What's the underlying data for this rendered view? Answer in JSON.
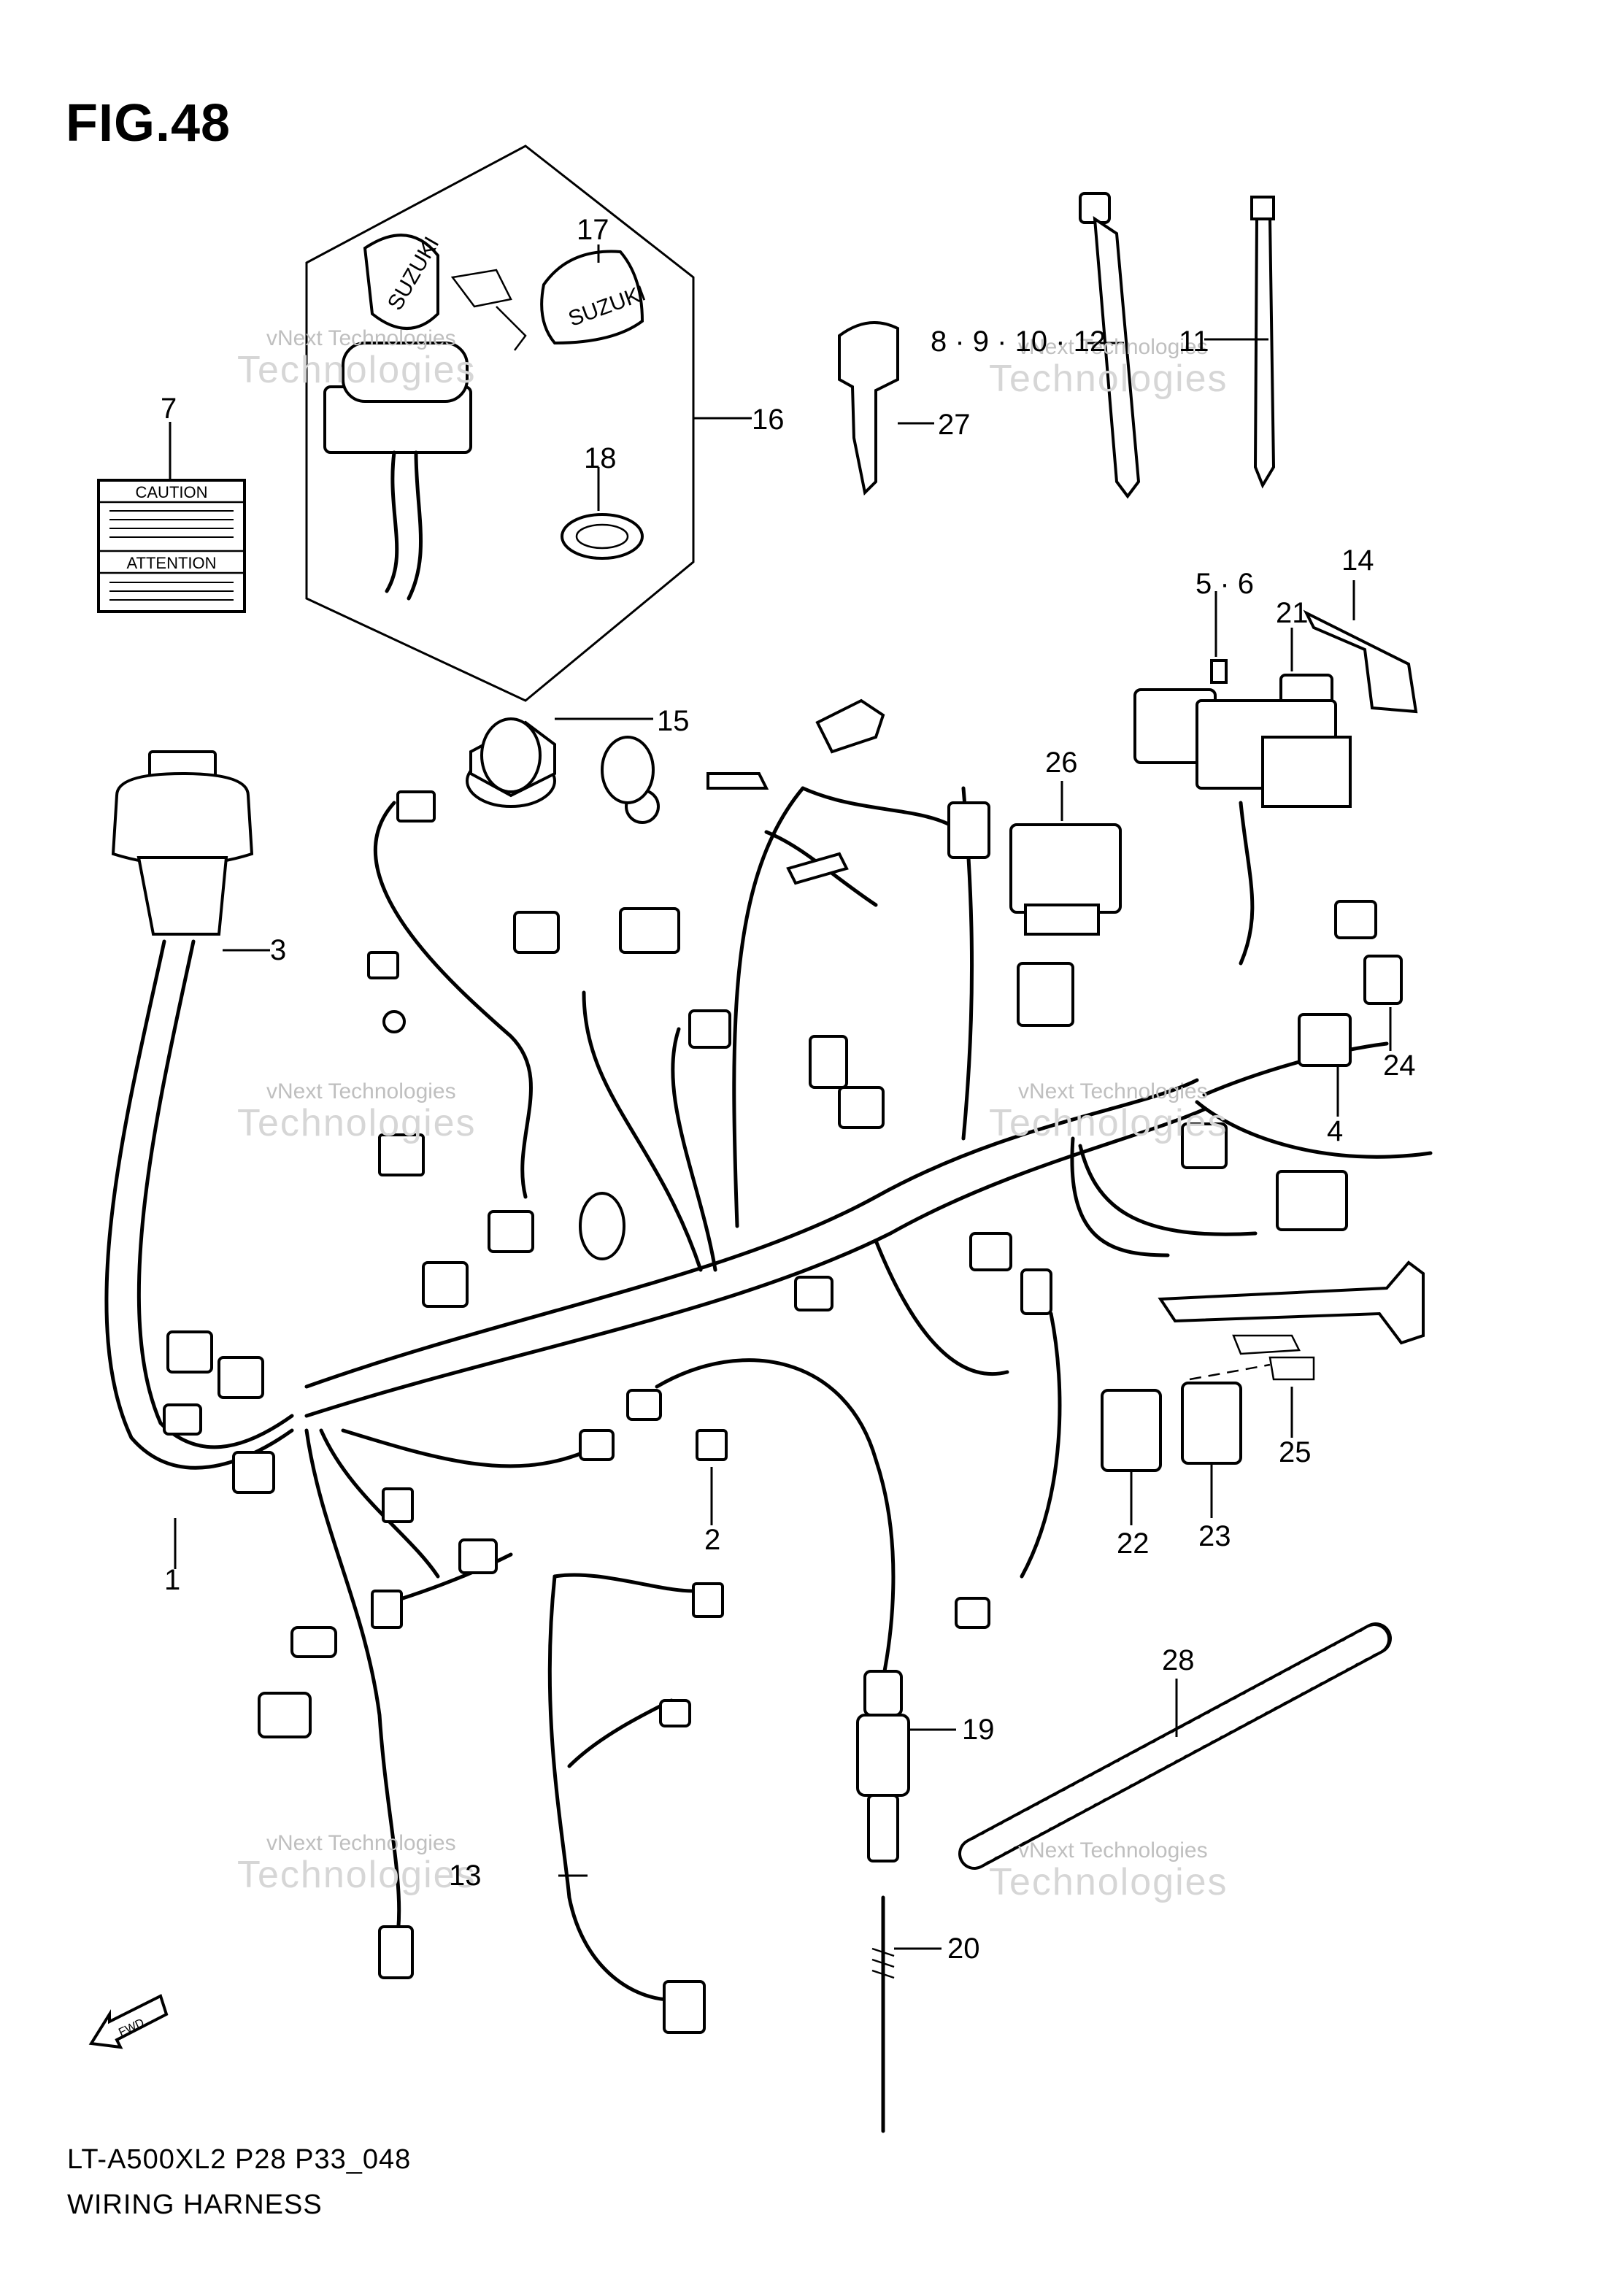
{
  "figure": {
    "title": "FIG.48",
    "model_code": "LT-A500XL2 P28 P33_048",
    "name": "WIRING HARNESS"
  },
  "watermark": {
    "line1": "vNext Technologies",
    "line2": "Technologies"
  },
  "labels": {
    "caution": "CAUTION",
    "attention": "ATTENTION",
    "brand": "SUZUKI",
    "fwd": "FWD"
  },
  "callouts": [
    {
      "id": "c1",
      "text": "1"
    },
    {
      "id": "c2",
      "text": "2"
    },
    {
      "id": "c3",
      "text": "3"
    },
    {
      "id": "c4",
      "text": "4"
    },
    {
      "id": "c5",
      "text": "5 · 6"
    },
    {
      "id": "c7",
      "text": "7"
    },
    {
      "id": "c8",
      "text": "8 · 9 · 10 · 12"
    },
    {
      "id": "c11",
      "text": "11"
    },
    {
      "id": "c13",
      "text": "13"
    },
    {
      "id": "c14",
      "text": "14"
    },
    {
      "id": "c15",
      "text": "15"
    },
    {
      "id": "c16",
      "text": "16"
    },
    {
      "id": "c17",
      "text": "17"
    },
    {
      "id": "c18",
      "text": "18"
    },
    {
      "id": "c19",
      "text": "19"
    },
    {
      "id": "c20",
      "text": "20"
    },
    {
      "id": "c21",
      "text": "21"
    },
    {
      "id": "c22",
      "text": "22"
    },
    {
      "id": "c23",
      "text": "23"
    },
    {
      "id": "c24",
      "text": "24"
    },
    {
      "id": "c25",
      "text": "25"
    },
    {
      "id": "c26",
      "text": "26"
    },
    {
      "id": "c27",
      "text": "27"
    },
    {
      "id": "c28",
      "text": "28"
    }
  ]
}
